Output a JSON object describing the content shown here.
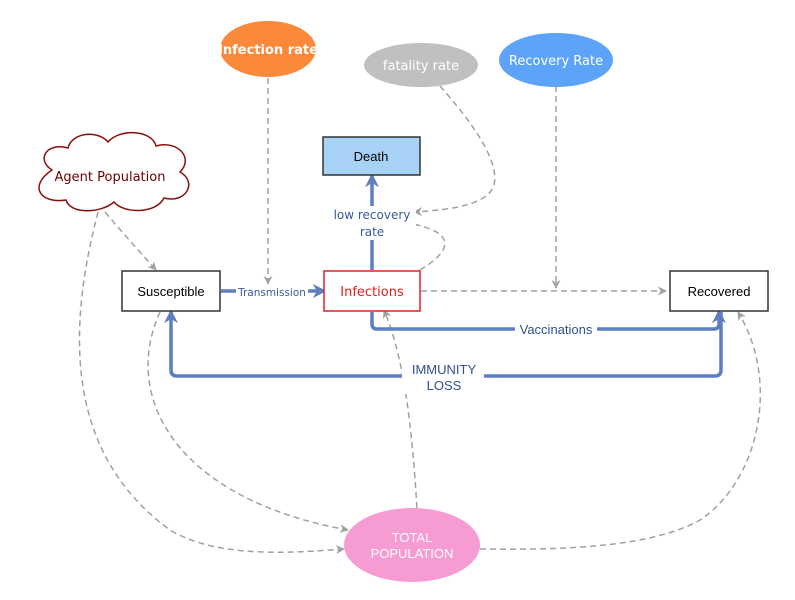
{
  "nodes": {
    "infection_rate": "Infection rate",
    "fatality_rate": "fatality rate",
    "recovery_rate": "Recovery Rate",
    "agent_population": "Agent Population",
    "death": "Death",
    "susceptible": "Susceptible",
    "infections": "Infections",
    "recovered": "Recovered",
    "total_population_line1": "TOTAL",
    "total_population_line2": "POPULATION"
  },
  "edges": {
    "transmission": "Transmission",
    "low_recovery_line1": "low recovery",
    "low_recovery_line2": "rate",
    "vaccinations": "Vaccinations",
    "immunity_loss_line1": "IMMUNITY",
    "immunity_loss_line2": "LOSS"
  },
  "colors": {
    "infection_rate_fill": "#fa8a3a",
    "fatality_rate_fill": "#c0c0c0",
    "recovery_rate_fill": "#5da3f9",
    "agent_population_stroke": "#8a1010",
    "agent_population_text": "#6b0000",
    "death_fill": "#a7d2f6",
    "infections_stroke": "#e02020",
    "flow_arrow": "#5d7fbf",
    "dashed_arrow": "#a0a0a0",
    "total_population_fill": "#f79bd3"
  }
}
